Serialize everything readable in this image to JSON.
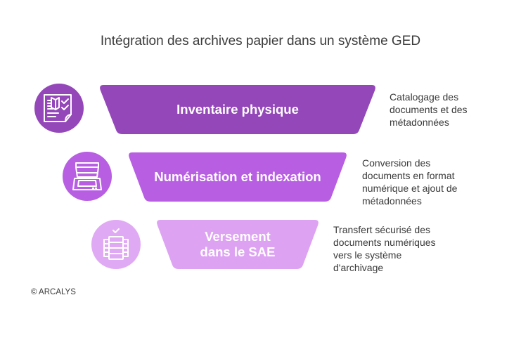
{
  "title": "Intégration des archives papier dans un système GED",
  "colors": {
    "stage1": "#9447b9",
    "stage2": "#b75ee2",
    "stage3": "#dda2f2",
    "icon1": "#9447b9",
    "icon2": "#b75ee2",
    "icon3": "#e0a9f4",
    "text": "#3a3a3a"
  },
  "stages": [
    {
      "label": "Inventaire physique",
      "icon": "checklist-document-icon",
      "description": "Catalogage des documents et des métadonnées"
    },
    {
      "label": "Numérisation et indexation",
      "icon": "scanner-icon",
      "description": "Conversion des documents en format numérique et ajout de métadonnées"
    },
    {
      "label": "Versement dans le SAE",
      "icon": "server-storage-check-icon",
      "description": "Transfert sécurisé des documents numériques vers le système d'archivage"
    }
  ],
  "copyright": "© ARCALYS"
}
